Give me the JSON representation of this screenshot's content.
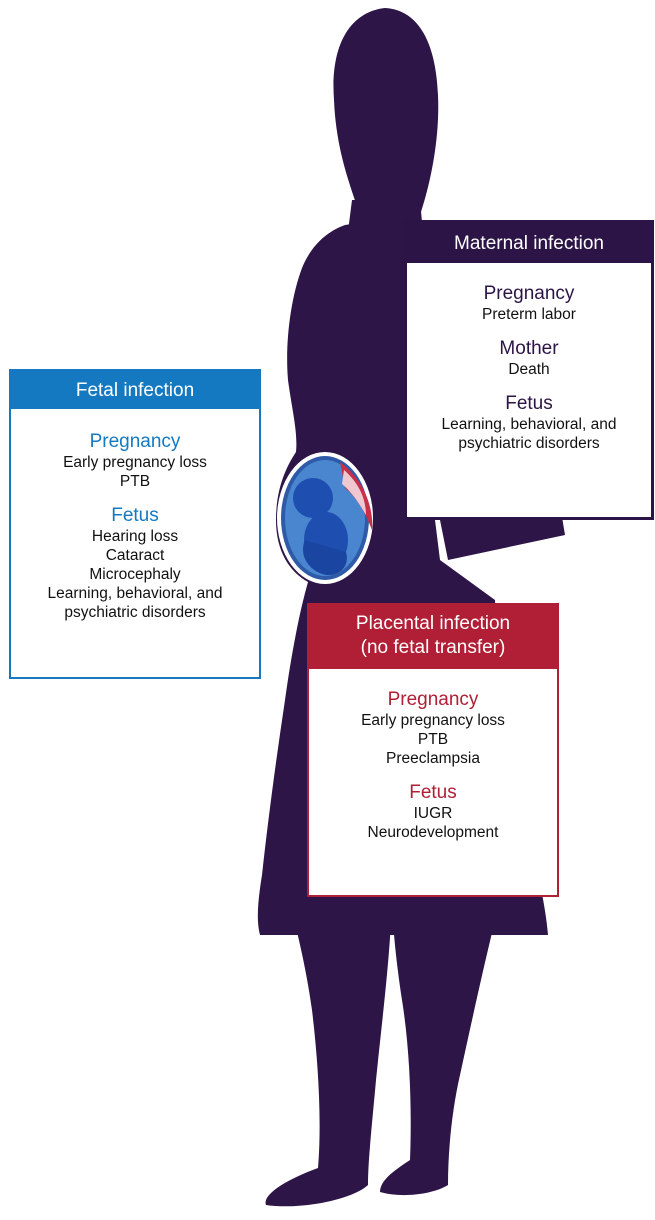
{
  "colors": {
    "silhouette": "#2d1548",
    "maternal": "#2c1446",
    "fetal": "#1479c0",
    "placental": "#b01f35"
  },
  "icons": {
    "silhouette": "pregnant-woman-silhouette",
    "fetus": "fetus-in-womb-icon"
  },
  "maternal": {
    "header": "Maternal infection",
    "sections": [
      {
        "title": "Pregnancy",
        "items": [
          "Preterm labor"
        ]
      },
      {
        "title": "Mother",
        "items": [
          "Death"
        ]
      },
      {
        "title": "Fetus",
        "items": [
          "Learning, behavioral, and",
          "psychiatric disorders"
        ]
      }
    ]
  },
  "fetal": {
    "header": "Fetal infection",
    "sections": [
      {
        "title": "Pregnancy",
        "items": [
          "Early pregnancy loss",
          "PTB"
        ]
      },
      {
        "title": "Fetus",
        "items": [
          "Hearing loss",
          "Cataract",
          "Microcephaly",
          "Learning, behavioral, and",
          "psychiatric disorders"
        ]
      }
    ]
  },
  "placental": {
    "header_line1": "Placental infection",
    "header_line2": "(no fetal transfer)",
    "sections": [
      {
        "title": "Pregnancy",
        "items": [
          "Early pregnancy loss",
          "PTB",
          "Preeclampsia"
        ]
      },
      {
        "title": "Fetus",
        "items": [
          "IUGR",
          "Neurodevelopment"
        ]
      }
    ]
  }
}
